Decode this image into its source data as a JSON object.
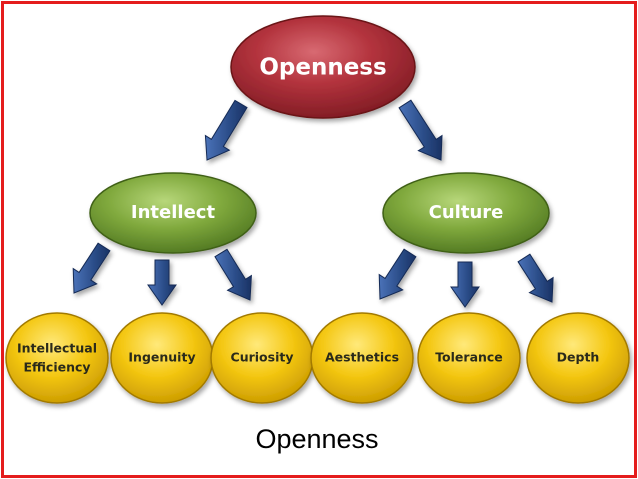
{
  "diagram": {
    "root": {
      "label": "Openness"
    },
    "branches": [
      {
        "label": "Intellect",
        "children": [
          {
            "lines": [
              "Intellectual",
              "Efficiency"
            ]
          },
          {
            "lines": [
              "Ingenuity"
            ]
          },
          {
            "lines": [
              "Curiosity"
            ]
          }
        ]
      },
      {
        "label": "Culture",
        "children": [
          {
            "lines": [
              "Aesthetics"
            ]
          },
          {
            "lines": [
              "Tolerance"
            ]
          },
          {
            "lines": [
              "Depth"
            ]
          }
        ]
      }
    ]
  },
  "caption": "Openness",
  "colors": {
    "frame": "#e41c1c",
    "root": "#b02a36",
    "branch": "#7fa83c",
    "leaf": "#f2c511",
    "arrow": "#2c4e8a"
  }
}
